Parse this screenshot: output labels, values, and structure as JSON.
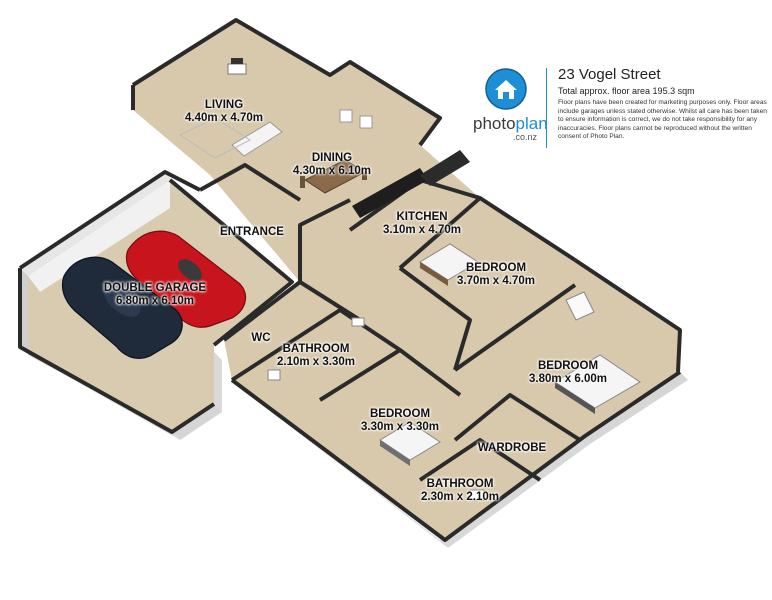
{
  "header": {
    "address": "23 Vogel Street",
    "floor_area": "Total approx. floor area 195.3 sqm",
    "disclaimer": "Floor plans have been created for marketing purposes only. Floor areas include garages unless stated otherwise. Whilst all care has been taken to ensure information is correct, we do not take responsibility for any inaccuracies. Floor plans cannot be reproduced without the written consent of Photo Plan."
  },
  "brand": {
    "name_part1": "photo",
    "name_part2": "plan",
    "domain": ".co.nz",
    "icon": "house-icon",
    "accent_color": "#1e8fd6"
  },
  "rooms": {
    "living": {
      "name": "LIVING",
      "size": "4.40m x 4.70m"
    },
    "dining": {
      "name": "DINING",
      "size": "4.30m x 6.10m"
    },
    "kitchen": {
      "name": "KITCHEN",
      "size": "3.10m x 4.70m"
    },
    "entrance": {
      "name": "ENTRANCE"
    },
    "garage": {
      "name": "DOUBLE GARAGE",
      "size": "6.80m x 6.10m"
    },
    "bedroom1": {
      "name": "BEDROOM",
      "size": "3.70m x 4.70m"
    },
    "bedroom2": {
      "name": "BEDROOM",
      "size": "3.80m x 6.00m"
    },
    "wc": {
      "name": "WC"
    },
    "bathroom1": {
      "name": "BATHROOM",
      "size": "2.10m x 3.30m"
    },
    "bedroom3": {
      "name": "BEDROOM",
      "size": "3.30m x 3.30m"
    },
    "wardrobe": {
      "name": "WARDROBE"
    },
    "bathroom2": {
      "name": "BATHROOM",
      "size": "2.30m x 2.10m"
    }
  },
  "colors": {
    "floor": "#d8c9ad",
    "garage_floor": "#d9cbb0",
    "wall_top": "#2a2a2a",
    "wall_face": "#f2f2f2",
    "car_red": "#c8141c",
    "car_dark": "#1f2a3a"
  }
}
